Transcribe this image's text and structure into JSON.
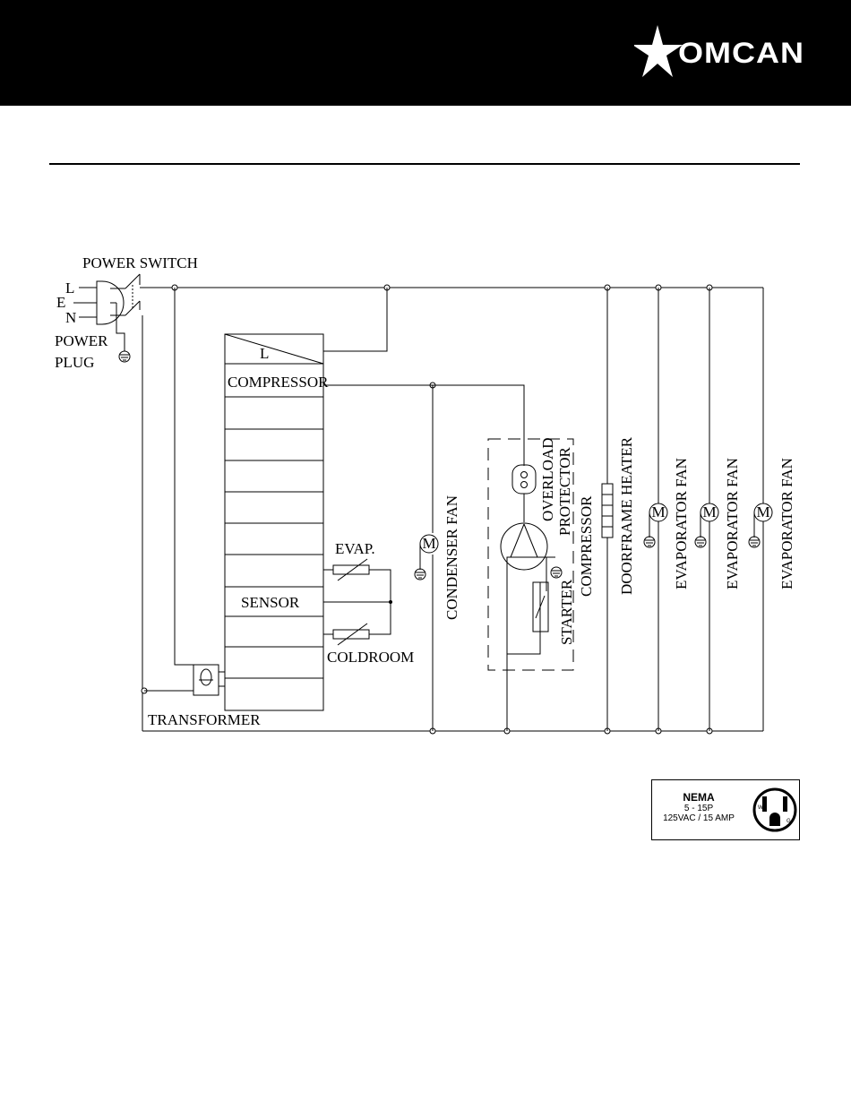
{
  "brand": {
    "name": "OMCAN",
    "color": "#000000"
  },
  "labels": {
    "power_switch": "POWER SWITCH",
    "line": "L",
    "earth": "E",
    "neutral": "N",
    "power": "POWER",
    "plug": "PLUG",
    "controller_l": "L",
    "compressor_terminal": "COMPRESSOR",
    "sensor": "SENSOR",
    "evap": "EVAP.",
    "coldroom": "COLDROOM",
    "transformer": "TRANSFORMER",
    "condenser_fan": "CONDENSER FAN",
    "overload": "OVERLOAD",
    "protector": "PROTECTOR",
    "starter": "STARTER",
    "compressor": "COMPRESSOR",
    "doorframe_heater": "DOORFRAME HEATER",
    "evaporator_fan_1": "EVAPORATOR FAN",
    "evaporator_fan_2": "EVAPORATOR FAN",
    "evaporator_fan_3": "EVAPORATOR FAN",
    "motor_symbol": "M"
  },
  "nema": {
    "title": "NEMA",
    "type": "5 - 15P",
    "rating": "125VAC / 15 AMP",
    "pin_w": "W",
    "pin_g": "G"
  }
}
